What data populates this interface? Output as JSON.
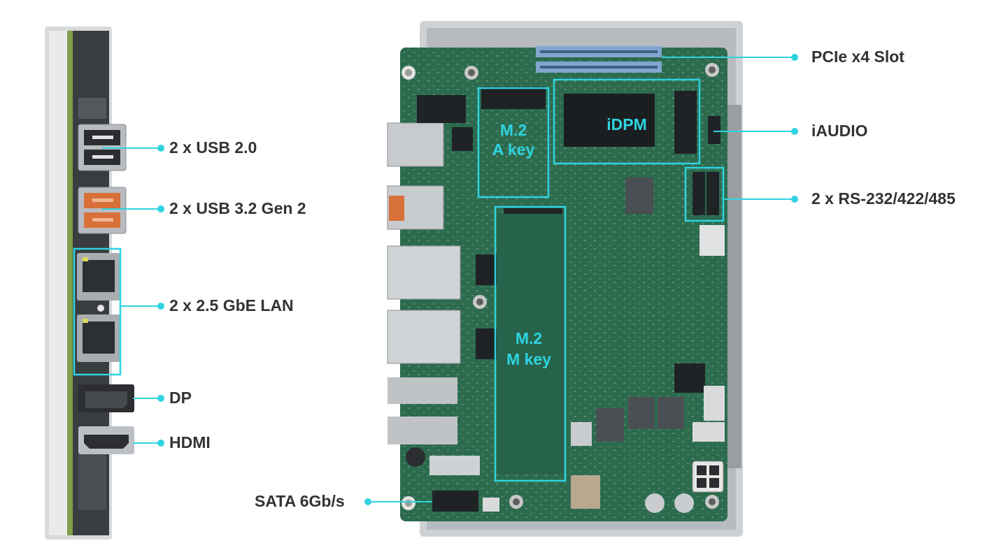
{
  "colors": {
    "accent": "#2fd3df",
    "label_text": "#333333",
    "pcb": "#2c6b4e",
    "enclosure": "#c9cccf"
  },
  "callouts": {
    "usb20": "2 x USB 2.0",
    "usb32": "2 x USB 3.2 Gen 2",
    "lan": "2 x 2.5 GbE LAN",
    "dp": "DP",
    "hdmi": "HDMI",
    "pcie": "PCIe x4 Slot",
    "iaudio": "iAUDIO",
    "rs232": "2 x RS-232/422/485",
    "sata": "SATA 6Gb/s"
  },
  "zones": {
    "m2a_line1": "M.2",
    "m2a_line2": "A key",
    "idpm": "iDPM",
    "m2m_line1": "M.2",
    "m2m_line2": "M key"
  }
}
